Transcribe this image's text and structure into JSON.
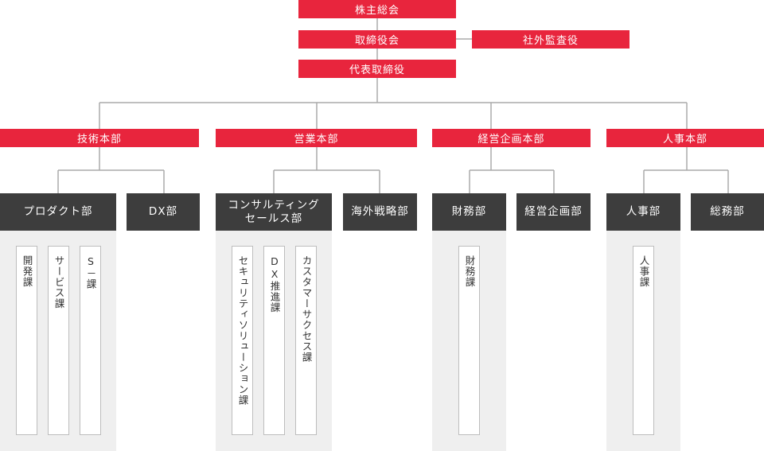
{
  "governance": {
    "shareholders": "株主総会",
    "board": "取締役会",
    "auditor": "社外監査役",
    "ceo": "代表取締役"
  },
  "divisions": [
    {
      "name": "技術本部",
      "departments": [
        {
          "name": "プロダクト部",
          "sections": [
            "開発課",
            "サービス課",
            "S－課"
          ]
        },
        {
          "name": "DX部",
          "sections": []
        }
      ]
    },
    {
      "name": "営業本部",
      "departments": [
        {
          "name": "コンサルティングセールス部",
          "name_line1": "コンサルティング",
          "name_line2": "セールス部",
          "sections": [
            "セキュリティソリューション課",
            "DX推進課",
            "カスタマーサクセス課"
          ]
        },
        {
          "name": "海外戦略部",
          "sections": []
        }
      ]
    },
    {
      "name": "経営企画本部",
      "departments": [
        {
          "name": "財務部",
          "sections": [
            "財務課"
          ]
        },
        {
          "name": "経営企画部",
          "sections": []
        }
      ]
    },
    {
      "name": "人事本部",
      "departments": [
        {
          "name": "人事部",
          "sections": [
            "人事課"
          ]
        },
        {
          "name": "総務部",
          "sections": []
        }
      ]
    }
  ],
  "colors": {
    "accent": "#e8253d",
    "department": "#3d3d3d",
    "panel": "#efefef",
    "line": "#aaaaaa"
  }
}
